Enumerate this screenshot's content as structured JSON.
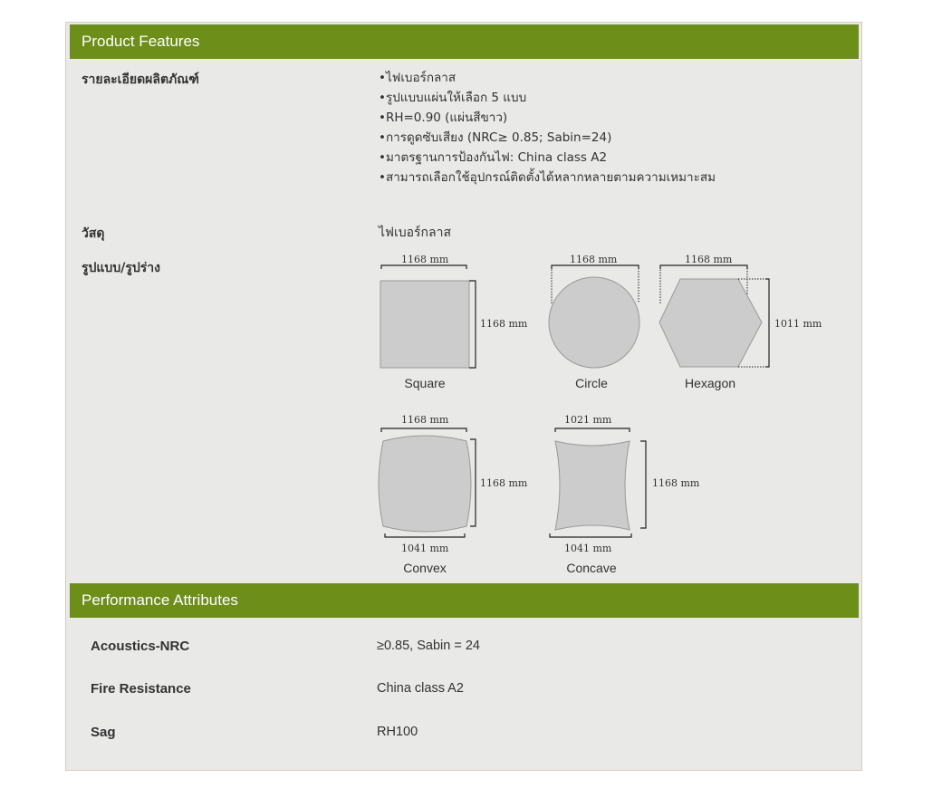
{
  "product_features": {
    "header": "Product Features",
    "details_label": "รายละเอียดผลิตภัณฑ์",
    "details_items": [
      "ไฟเบอร์กลาส",
      "รูปแบบแผ่นให้เลือก 5 แบบ",
      "RH=0.90 (แผ่นสีขาว)",
      "การดูดซับเสียง (NRC≥ 0.85; Sabin=24)",
      "มาตรฐานการป้องกันไฟ: China class A2",
      "สามารถเลือกใช้อุปกรณ์ติดตั้งได้หลากหลายตามความเหมาะสม"
    ],
    "material_label": "วัสดุ",
    "material_value": "ไฟเบอร์กลาส",
    "shape_label": "รูปแบบ/รูปร่าง",
    "shapes": {
      "square": {
        "name": "Square",
        "width": "1168 mm",
        "height": "1168 mm"
      },
      "circle": {
        "name": "Circle",
        "width": "1168 mm"
      },
      "hexagon": {
        "name": "Hexagon",
        "width": "1168 mm",
        "height": "1011 mm"
      },
      "convex": {
        "name": "Convex",
        "top": "1168 mm",
        "height": "1168 mm",
        "bottom": "1041 mm"
      },
      "concave": {
        "name": "Concave",
        "top": "1021 mm",
        "height": "1168 mm",
        "bottom": "1041 mm"
      }
    }
  },
  "performance": {
    "header": "Performance Attributes",
    "rows": [
      {
        "label": "Acoustics-NRC",
        "value": "≥0.85, Sabin = 24"
      },
      {
        "label": "Fire Resistance",
        "value": "China class A2"
      },
      {
        "label": "Sag",
        "value": "RH100"
      }
    ]
  },
  "colors": {
    "header_bg": "#6e8e1a",
    "panel_bg": "#e9e9e8",
    "shape_fill": "#cccccc"
  }
}
